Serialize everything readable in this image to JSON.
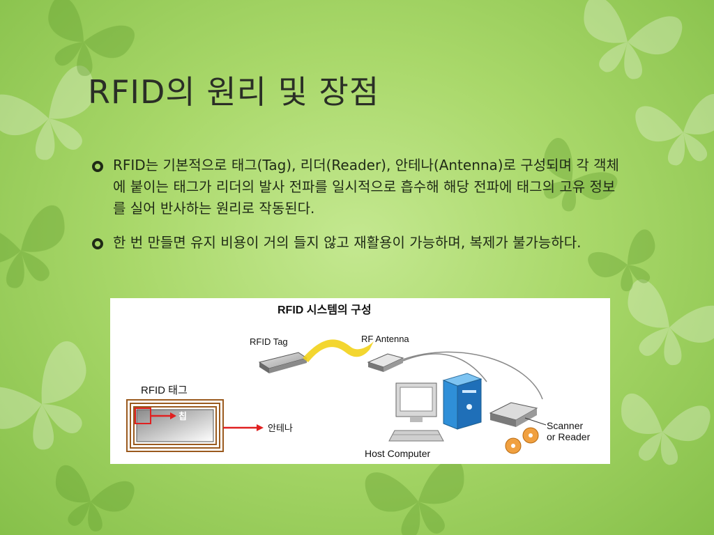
{
  "slide": {
    "title": "RFID의 원리 및 장점",
    "bullets": [
      "RFID는 기본적으로 태그(Tag), 리더(Reader), 안테나(Antenna)로 구성되며 각 객체에 붙이는 태그가 리더의 발사 전파를 일시적으로 흡수해 해당 전파에 태그의 고유 정보를 실어 반사하는 원리로 작동된다.",
      "한 번 만들면 유지 비용이 거의 들지 않고 재활용이 가능하며, 복제가 불가능하다."
    ]
  },
  "figure": {
    "title": "RFID 시스템의 구성",
    "tag_label": "RFID Tag",
    "antenna_label": "RF Antenna",
    "rfid_tag_box_label": "RFID 태그",
    "chip_label": "칩",
    "antenna_kr_label": "안테나",
    "scanner_label_line1": "Scanner",
    "scanner_label_line2": "or Reader",
    "host_label": "Host Computer"
  },
  "colors": {
    "background": "#a9d86a",
    "title_text": "#2a2e26",
    "body_text": "#1f2a16",
    "arrow_red": "#e02020",
    "wave_yellow": "#f2d21a",
    "coil_brown": "#9a5a1e",
    "computer_blue": "#2f8fd8"
  }
}
